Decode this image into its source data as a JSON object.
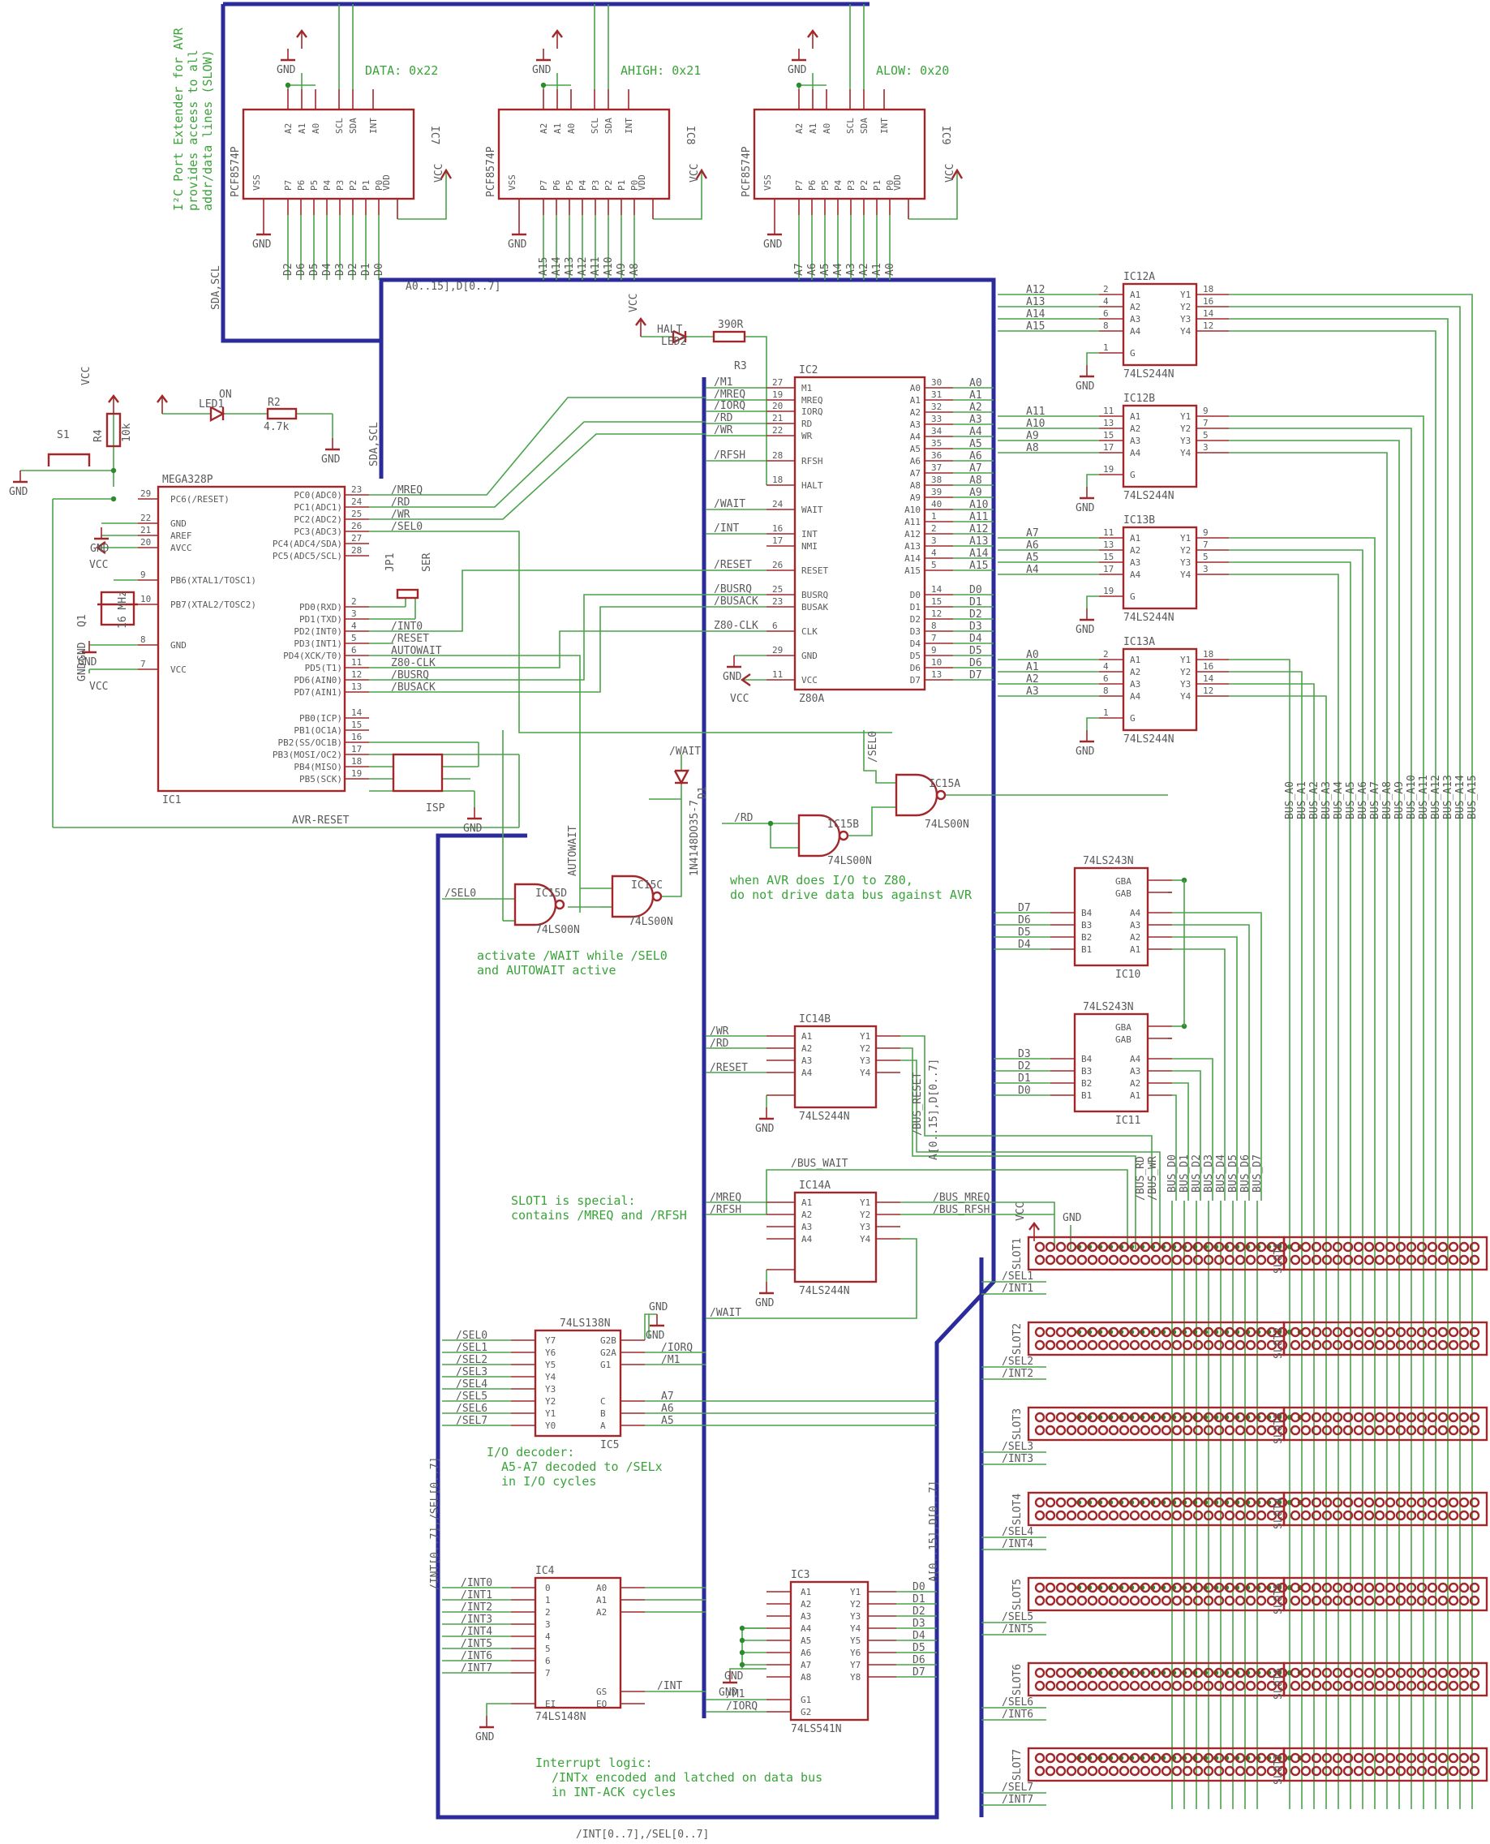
{
  "expanders": [
    {
      "ref": "IC7",
      "part": "PCF8574P",
      "address_label": "DATA: 0x22",
      "outputs": [
        "D2",
        "D6",
        "D5",
        "D4",
        "D3",
        "D2",
        "D1",
        "D0"
      ]
    },
    {
      "ref": "IC8",
      "part": "PCF8574P",
      "address_label": "AHIGH: 0x21",
      "outputs": [
        "A15",
        "A14",
        "A13",
        "A12",
        "A11",
        "A10",
        "A9",
        "A8"
      ]
    },
    {
      "ref": "IC9",
      "part": "PCF8574P",
      "address_label": "ALOW: 0x20",
      "outputs": [
        "A7",
        "A6",
        "A5",
        "A4",
        "A3",
        "A2",
        "A1",
        "A0"
      ]
    }
  ],
  "expander_note": [
    "I²C Port Extender for AVR",
    "provides access to all",
    "addr/data lines (SLOW)"
  ],
  "bus_labels": {
    "top_bus": "A0..15],D[0..7]",
    "sda_scl": "SDA,SCL",
    "sda_scl2": "SDA,SCL",
    "int_sel_bottom": "/INT[0..7],/SEL[0..7]",
    "int_sel_left": "/INT[0..7],/SEL[0..7]",
    "addr_data_right1": "A[0..15],D[0..7]",
    "addr_data_right2": "A[0..15],D[0..7]"
  },
  "mega": {
    "ref": "IC1",
    "part": "MEGA328P",
    "left_pins": [
      "PC6(/RESET)",
      "GND",
      "AREF",
      "AVCC",
      "PB6(XTAL1/TOSC1)",
      "PB7(XTAL2/TOSC2)",
      "GND",
      "VCC"
    ],
    "right_pins": [
      "PC0(ADC0)",
      "PC1(ADC1)",
      "PC2(ADC2)",
      "PC3(ADC3)",
      "PC4(ADC4/SDA)",
      "PC5(ADC5/SCL)",
      "PD0(RXD)",
      "PD1(TXD)",
      "PD2(INT0)",
      "PD3(INT1)",
      "PD4(XCK/T0)",
      "PD5(T1)",
      "PD6(AIN0)",
      "PD7(AIN1)",
      "PB0(ICP)",
      "PB1(OC1A)",
      "PB2(SS/OC1B)",
      "PB3(MOSI/OC2)",
      "PB4(MISO)",
      "PB5(SCK)"
    ],
    "right_nums": [
      "23",
      "24",
      "25",
      "26",
      "27",
      "28",
      "2",
      "3",
      "4",
      "5",
      "6",
      "11",
      "12",
      "13",
      "14",
      "15",
      "16",
      "17",
      "18",
      "19"
    ],
    "left_nums": [
      "29",
      "22",
      "21",
      "20",
      "9",
      "10",
      "8",
      "7"
    ],
    "nets": [
      "/MREQ",
      "/RD",
      "/WR",
      "/SEL0",
      "",
      "",
      "",
      "",
      "/INT0",
      "/RESET",
      "AUTOWAIT",
      "Z80-CLK",
      "/BUSRQ",
      "/BUSACK"
    ]
  },
  "misc": {
    "s1": "S1",
    "r4": "R4",
    "r4_val": "10k",
    "led1": "LED1",
    "led1_on": "ON",
    "r2": "R2",
    "r2_val": "4.7k",
    "q1": "Q1",
    "q1_val": "16 MHz",
    "jp1": "JP1",
    "ser": "SER",
    "isp": "ISP",
    "avr_reset": "AVR-RESET",
    "led2": "LED2",
    "halt": "HALT",
    "r3": "R3",
    "r3_val": "390R",
    "d1": "D1",
    "d1_part": "1N4148DO35-7",
    "gnd": "GND",
    "vcc": "VCC"
  },
  "z80": {
    "ref": "IC2",
    "part": "Z80A",
    "left_pins": [
      "M1",
      "MREQ",
      "IORQ",
      "RD",
      "WR",
      "RFSH",
      "HALT",
      "WAIT",
      "INT",
      "NMI",
      "RESET",
      "BUSRQ",
      "BUSAK",
      "CLK",
      "GND",
      "VCC"
    ],
    "left_nums": [
      "27",
      "19",
      "20",
      "21",
      "22",
      "28",
      "18",
      "24",
      "16",
      "17",
      "26",
      "25",
      "23",
      "6",
      "29",
      "11"
    ],
    "left_nets": [
      "/M1",
      "/MREQ",
      "/IORQ",
      "/RD",
      "/WR",
      "/RFSH",
      "",
      "/WAIT",
      "/INT",
      "",
      "/RESET",
      "/BUSRQ",
      "/BUSACK",
      "Z80-CLK",
      "",
      ""
    ],
    "right_pins": [
      "A0",
      "A1",
      "A2",
      "A3",
      "A4",
      "A5",
      "A6",
      "A7",
      "A8",
      "A9",
      "A10",
      "A11",
      "A12",
      "A13",
      "A14",
      "A15",
      "D0",
      "D1",
      "D2",
      "D3",
      "D4",
      "D5",
      "D6",
      "D7"
    ],
    "right_nums": [
      "30",
      "31",
      "32",
      "33",
      "34",
      "35",
      "36",
      "37",
      "38",
      "39",
      "40",
      "1",
      "2",
      "3",
      "4",
      "5",
      "14",
      "15",
      "12",
      "8",
      "7",
      "9",
      "10",
      "13"
    ]
  },
  "buffers244": [
    {
      "ref": "IC12A",
      "part": "74LS244N",
      "inputs": [
        "A12",
        "A13",
        "A14",
        "A15"
      ],
      "pins_in": [
        "2",
        "4",
        "6",
        "8"
      ],
      "pins_out": [
        "18",
        "16",
        "14",
        "12"
      ],
      "g": "1"
    },
    {
      "ref": "IC12B",
      "part": "74LS244N",
      "inputs": [
        "A11",
        "A10",
        "A9",
        "A8"
      ],
      "pins_in": [
        "11",
        "13",
        "15",
        "17"
      ],
      "pins_out": [
        "9",
        "7",
        "5",
        "3"
      ],
      "g": "19"
    },
    {
      "ref": "IC13B",
      "part": "74LS244N",
      "inputs": [
        "A7",
        "A6",
        "A5",
        "A4"
      ],
      "pins_in": [
        "11",
        "13",
        "15",
        "17"
      ],
      "pins_out": [
        "9",
        "7",
        "5",
        "3"
      ],
      "g": "19"
    },
    {
      "ref": "IC13A",
      "part": "74LS244N",
      "inputs": [
        "A0",
        "A1",
        "A2",
        "A3"
      ],
      "pins_in": [
        "2",
        "4",
        "6",
        "8"
      ],
      "pins_out": [
        "18",
        "16",
        "14",
        "12"
      ],
      "g": "1"
    }
  ],
  "bus_out_labels": [
    "BUS_A0",
    "BUS_A1",
    "BUS_A2",
    "BUS_A3",
    "BUS_A4",
    "BUS_A5",
    "BUS_A6",
    "BUS_A7",
    "BUS_A8",
    "BUS_A9",
    "BUS_A10",
    "BUS_A11",
    "BUS_A12",
    "BUS_A13",
    "BUS_A14",
    "BUS_A15"
  ],
  "bus_d_labels": [
    "BUS_D0",
    "BUS_D1",
    "BUS_D2",
    "BUS_D3",
    "BUS_D4",
    "BUS_D5",
    "BUS_D6",
    "BUS_D7"
  ],
  "nand": {
    "a": "IC15A",
    "b": "IC15B",
    "c": "IC15C",
    "d": "IC15D",
    "part": "74LS00N",
    "sel0": "/SEL0",
    "rd": "/RD",
    "autowait": "AUTOWAIT",
    "wait": "/WAIT"
  },
  "notes": {
    "io_note": [
      "when AVR does I/O to Z80,",
      "do not drive data bus against AVR"
    ],
    "wait_note": [
      "activate /WAIT while /SEL0",
      "and AUTOWAIT active"
    ],
    "slot1_note": [
      "SLOT1 is special:",
      "contains /MREQ and /RFSH"
    ],
    "io_decoder": [
      "I/O decoder:",
      "A5-A7 decoded to /SELx",
      "in I/O cycles"
    ],
    "int_logic": [
      "Interrupt logic:",
      "/INTx encoded and latched on data bus",
      "in INT-ACK cycles"
    ]
  },
  "transceivers": [
    {
      "ref": "IC10",
      "part": "74LS243N",
      "d": [
        "D7",
        "D6",
        "D5",
        "D4"
      ]
    },
    {
      "ref": "IC11",
      "part": "74LS243N",
      "d": [
        "D3",
        "D2",
        "D1",
        "D0"
      ]
    }
  ],
  "ic14b": {
    "ref": "IC14B",
    "part": "74LS244N",
    "in": [
      "/WR",
      "/RD",
      "",
      "/RESET"
    ],
    "out_labels": [
      "/BUS_RESET",
      "/BUS_WR",
      "/BUS_RD"
    ]
  },
  "ic14a": {
    "ref": "IC14A",
    "part": "74LS244N",
    "in": [
      "/MREQ",
      "/RFSH",
      "",
      ""
    ],
    "out": [
      "/BUS_MREQ",
      "/BUS_RFSH"
    ],
    "wait": "/BUS_WAIT",
    "wait2": "/WAIT"
  },
  "ic5": {
    "ref": "IC5",
    "part": "74LS138N",
    "outs": [
      "/SEL0",
      "/SEL1",
      "/SEL2",
      "/SEL3",
      "/SEL4",
      "/SEL5",
      "/SEL6",
      "/SEL7"
    ],
    "out_pins": [
      "Y7",
      "Y6",
      "Y5",
      "Y4",
      "Y3",
      "Y2",
      "Y1",
      "Y0"
    ],
    "ins": [
      "/IORQ",
      "/M1",
      "A7",
      "A6",
      "A5"
    ]
  },
  "ic4": {
    "ref": "IC4",
    "part": "74LS148N",
    "ins": [
      "/INT0",
      "/INT1",
      "/INT2",
      "/INT3",
      "/INT4",
      "/INT5",
      "/INT6",
      "/INT7"
    ],
    "int": "/INT"
  },
  "ic3": {
    "ref": "IC3",
    "part": "74LS541N",
    "outs": [
      "D0",
      "D1",
      "D2",
      "D3",
      "D4",
      "D5",
      "D6",
      "D7"
    ],
    "g": [
      "/M1",
      "/IORQ"
    ]
  },
  "slots": [
    {
      "name": "SLOT1",
      "sel": "/SEL1",
      "int": "/INT1"
    },
    {
      "name": "SLOT2",
      "sel": "/SEL2",
      "int": "/INT2"
    },
    {
      "name": "SLOT3",
      "sel": "/SEL3",
      "int": "/INT3"
    },
    {
      "name": "SLOT4",
      "sel": "/SEL4",
      "int": "/INT4"
    },
    {
      "name": "SLOT5",
      "sel": "/SEL5",
      "int": "/INT5"
    },
    {
      "name": "SLOT6",
      "sel": "/SEL6",
      "int": "/INT6"
    },
    {
      "name": "SLOT7",
      "sel": "/SEL7",
      "int": "/INT7"
    }
  ],
  "slot_bus_labels": [
    "/BUS_RD",
    "/BUS_WR",
    "BUS_D0",
    "BUS_D1",
    "BUS_D2",
    "BUS_D3",
    "BUS_D4",
    "BUS_D5",
    "BUS_D6",
    "BUS_D7"
  ]
}
